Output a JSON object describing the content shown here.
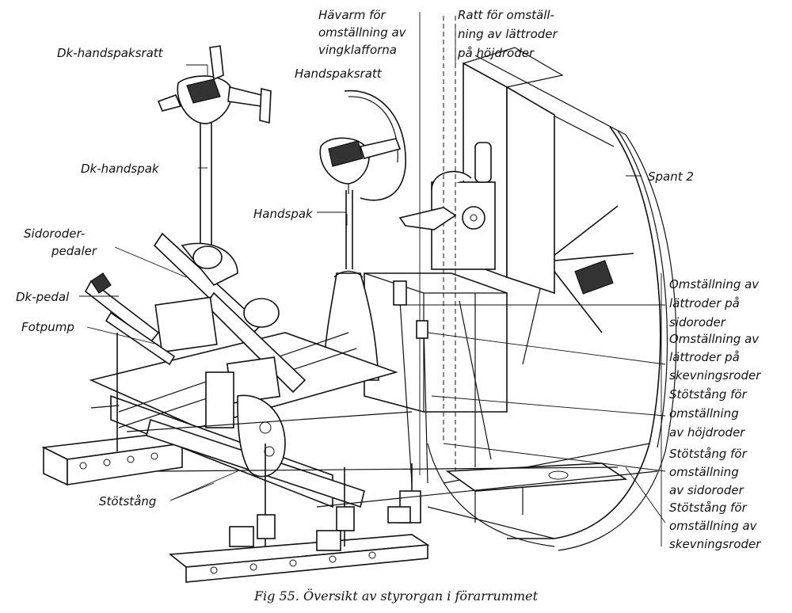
{
  "labels": {
    "dk_handspaksratt": "Dk-handspaksratt",
    "dk_handspak": "Dk-handspak",
    "sidoroder_1": "Sidoroder-",
    "sidoroder_2": "pedaler",
    "dk_pedal": "Dk-pedal",
    "fotpump": "Fotpump",
    "stotstang": "Stötstång",
    "havarm_1": "Hävarm för",
    "havarm_2": "omställning av",
    "havarm_3": "vingklafforna",
    "handspaksratt": "Handspaksratt",
    "handspak": "Handspak",
    "ratt_1": "Ratt för omställ-",
    "ratt_2": "ning av lättroder",
    "ratt_3": "på höjdroder",
    "spant": "Spant 2",
    "oms_sido_1": "Omställning av",
    "oms_sido_2": "lättroder på",
    "oms_sido_3": "sidoroder",
    "oms_skev_1": "Omställning av",
    "oms_skev_2": "lättroder på",
    "oms_skev_3": "skevningsroder",
    "stot_hojd_1": "Stötstång för",
    "stot_hojd_2": "omställning",
    "stot_hojd_3": "av höjdroder",
    "stot_sido_1": "Stötstång för",
    "stot_sido_2": "omställning",
    "stot_sido_3": "av sidoroder",
    "stot_skev_1": "Stötstång för",
    "stot_skev_2": "omställning av",
    "stot_skev_3": "skevningsroder"
  },
  "caption": "Fig 55. Översikt av styrorgan i förarrummet"
}
